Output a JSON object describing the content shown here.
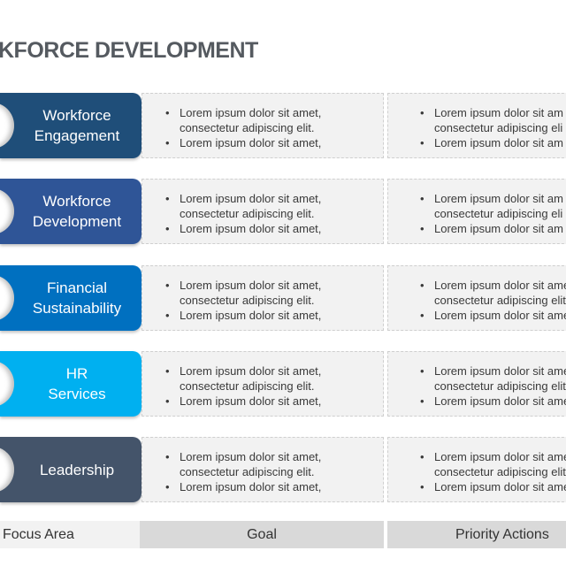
{
  "title": "KFORCE DEVELOPMENT",
  "rows": [
    {
      "label": "Workforce\nEngagement",
      "color": "#1f4e79",
      "goal": [
        "Lorem ipsum dolor sit amet,",
        "consectetur adipiscing elit.",
        "Lorem ipsum dolor sit amet,"
      ],
      "actions": [
        "Lorem ipsum dolor sit am",
        "consectetur adipiscing eli",
        "Lorem ipsum dolor sit am"
      ]
    },
    {
      "label": "Workforce\nDevelopment",
      "color": "#2f5597",
      "goal": [
        "Lorem ipsum dolor sit amet,",
        "consectetur adipiscing elit.",
        "Lorem ipsum dolor sit amet,"
      ],
      "actions": [
        "Lorem ipsum dolor sit am",
        "consectetur adipiscing eli",
        "Lorem ipsum dolor sit am"
      ]
    },
    {
      "label": "Financial\nSustainability",
      "color": "#0070c0",
      "goal": [
        "Lorem ipsum dolor sit amet,",
        "consectetur adipiscing elit.",
        "Lorem ipsum dolor sit amet,"
      ],
      "actions": [
        "Lorem ipsum dolor sit ame",
        "consectetur adipiscing elit",
        "Lorem ipsum dolor sit ame"
      ]
    },
    {
      "label": "HR\nServices",
      "color": "#00b0f0",
      "goal": [
        "Lorem ipsum dolor sit amet,",
        "consectetur adipiscing elit.",
        "Lorem ipsum dolor sit amet,"
      ],
      "actions": [
        "Lorem ipsum dolor sit ame",
        "consectetur adipiscing elit",
        "Lorem ipsum dolor sit ame"
      ]
    },
    {
      "label": "Leadership",
      "color": "#44546a",
      "goal": [
        "Lorem ipsum dolor sit amet,",
        "consectetur adipiscing elit.",
        "Lorem ipsum dolor sit amet,"
      ],
      "actions": [
        "Lorem ipsum dolor sit ame",
        "consectetur adipiscing elit",
        "Lorem ipsum dolor sit ame"
      ]
    }
  ],
  "footer": {
    "focus_area": "Focus Area",
    "goal": "Goal",
    "priority_actions": "Priority Actions"
  }
}
